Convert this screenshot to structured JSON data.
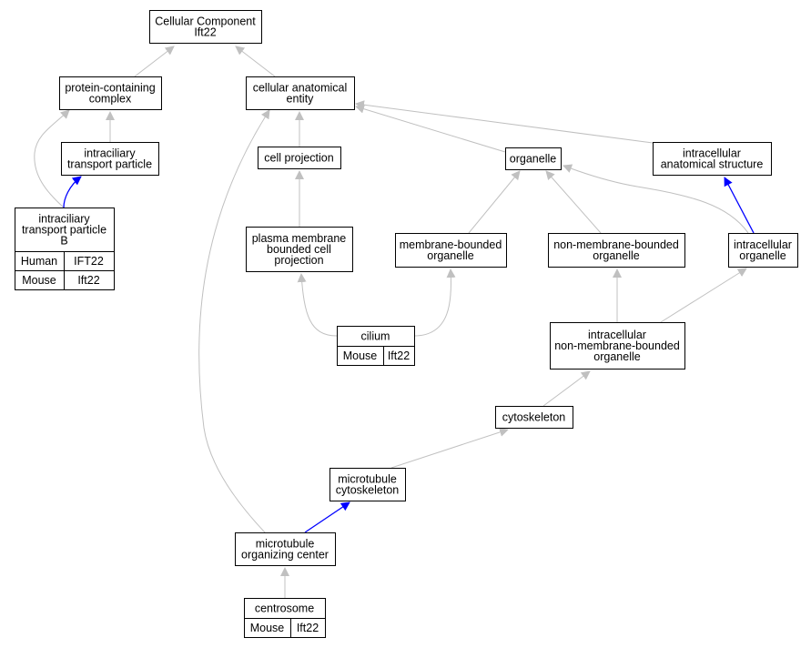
{
  "colors": {
    "edge_gray": "#c0c0c0",
    "edge_blue": "#0000ff",
    "human_cell": "#ff6347",
    "mouse_cell": "#add8e6",
    "node_border": "#000000",
    "background": "#ffffff"
  },
  "nodes": {
    "cellular_component": {
      "lines": [
        "Cellular Component",
        "Ift22"
      ]
    },
    "protein_containing_complex": {
      "lines": [
        "protein-containing",
        "complex"
      ]
    },
    "cellular_anatomical_entity": {
      "lines": [
        "cellular anatomical",
        "entity"
      ]
    },
    "intraciliary_transport_particle": {
      "lines": [
        "intraciliary",
        "transport particle"
      ]
    },
    "cell_projection": {
      "lines": [
        "cell projection"
      ]
    },
    "organelle": {
      "lines": [
        "organelle"
      ]
    },
    "intracellular_anatomical_structure": {
      "lines": [
        "intracellular",
        "anatomical structure"
      ]
    },
    "intraciliary_transport_particle_b": {
      "lines": [
        "intraciliary",
        "transport particle",
        "B"
      ],
      "rows": [
        [
          "Human",
          "IFT22"
        ],
        [
          "Mouse",
          "Ift22"
        ]
      ]
    },
    "plasma_membrane_bounded_cell_projection": {
      "lines": [
        "plasma membrane",
        "bounded cell",
        "projection"
      ]
    },
    "membrane_bounded_organelle": {
      "lines": [
        "membrane-bounded",
        "organelle"
      ]
    },
    "non_membrane_bounded_organelle": {
      "lines": [
        "non-membrane-bounded",
        "organelle"
      ]
    },
    "intracellular_organelle": {
      "lines": [
        "intracellular",
        "organelle"
      ]
    },
    "cilium": {
      "lines": [
        "cilium"
      ],
      "rows": [
        [
          "Mouse",
          "Ift22"
        ]
      ]
    },
    "intracellular_non_membrane_bounded_organelle": {
      "lines": [
        "intracellular",
        "non-membrane-bounded",
        "organelle"
      ]
    },
    "cytoskeleton": {
      "lines": [
        "cytoskeleton"
      ]
    },
    "microtubule_cytoskeleton": {
      "lines": [
        "microtubule",
        "cytoskeleton"
      ]
    },
    "microtubule_organizing_center": {
      "lines": [
        "microtubule",
        "organizing center"
      ]
    },
    "centrosome": {
      "lines": [
        "centrosome"
      ],
      "rows": [
        [
          "Mouse",
          "Ift22"
        ]
      ]
    }
  },
  "edges": [
    {
      "from": "protein_containing_complex",
      "to": "cellular_component",
      "relation": "is_a"
    },
    {
      "from": "cellular_anatomical_entity",
      "to": "cellular_component",
      "relation": "is_a"
    },
    {
      "from": "intraciliary_transport_particle",
      "to": "protein_containing_complex",
      "relation": "is_a"
    },
    {
      "from": "intraciliary_transport_particle_b",
      "to": "protein_containing_complex",
      "relation": "is_a"
    },
    {
      "from": "intraciliary_transport_particle_b",
      "to": "intraciliary_transport_particle",
      "relation": "part_of"
    },
    {
      "from": "cell_projection",
      "to": "cellular_anatomical_entity",
      "relation": "is_a"
    },
    {
      "from": "organelle",
      "to": "cellular_anatomical_entity",
      "relation": "is_a"
    },
    {
      "from": "intracellular_anatomical_structure",
      "to": "cellular_anatomical_entity",
      "relation": "is_a"
    },
    {
      "from": "microtubule_organizing_center",
      "to": "cellular_anatomical_entity",
      "relation": "is_a"
    },
    {
      "from": "plasma_membrane_bounded_cell_projection",
      "to": "cell_projection",
      "relation": "is_a"
    },
    {
      "from": "membrane_bounded_organelle",
      "to": "organelle",
      "relation": "is_a"
    },
    {
      "from": "non_membrane_bounded_organelle",
      "to": "organelle",
      "relation": "is_a"
    },
    {
      "from": "intracellular_organelle",
      "to": "organelle",
      "relation": "is_a"
    },
    {
      "from": "intracellular_organelle",
      "to": "intracellular_anatomical_structure",
      "relation": "part_of"
    },
    {
      "from": "cilium",
      "to": "plasma_membrane_bounded_cell_projection",
      "relation": "is_a"
    },
    {
      "from": "cilium",
      "to": "membrane_bounded_organelle",
      "relation": "is_a"
    },
    {
      "from": "intracellular_non_membrane_bounded_organelle",
      "to": "non_membrane_bounded_organelle",
      "relation": "is_a"
    },
    {
      "from": "intracellular_non_membrane_bounded_organelle",
      "to": "intracellular_organelle",
      "relation": "is_a"
    },
    {
      "from": "cytoskeleton",
      "to": "intracellular_non_membrane_bounded_organelle",
      "relation": "is_a"
    },
    {
      "from": "microtubule_cytoskeleton",
      "to": "cytoskeleton",
      "relation": "is_a"
    },
    {
      "from": "microtubule_organizing_center",
      "to": "microtubule_cytoskeleton",
      "relation": "part_of"
    },
    {
      "from": "centrosome",
      "to": "microtubule_organizing_center",
      "relation": "is_a"
    }
  ]
}
